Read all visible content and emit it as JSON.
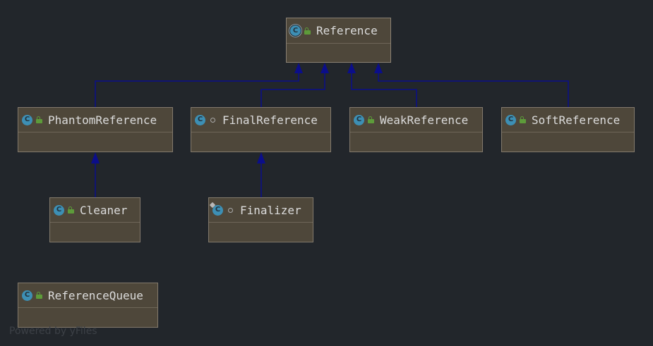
{
  "classes": [
    {
      "id": "reference",
      "name": "Reference",
      "icon": "class-icon",
      "modifier": "public-lock-icon"
    },
    {
      "id": "phantom",
      "name": "PhantomReference",
      "icon": "class-icon",
      "modifier": "public-lock-icon"
    },
    {
      "id": "final",
      "name": "FinalReference",
      "icon": "class-icon",
      "modifier": "package-private-icon"
    },
    {
      "id": "weak",
      "name": "WeakReference",
      "icon": "class-icon",
      "modifier": "public-lock-icon"
    },
    {
      "id": "soft",
      "name": "SoftReference",
      "icon": "class-icon",
      "modifier": "public-lock-icon"
    },
    {
      "id": "cleaner",
      "name": "Cleaner",
      "icon": "class-icon",
      "modifier": "public-lock-icon"
    },
    {
      "id": "finalizer",
      "name": "Finalizer",
      "icon": "pinned-class-icon",
      "modifier": "package-private-icon"
    },
    {
      "id": "queue",
      "name": "ReferenceQueue",
      "icon": "class-icon",
      "modifier": "public-lock-icon"
    }
  ],
  "inheritance": [
    {
      "child": "PhantomReference",
      "parent": "Reference"
    },
    {
      "child": "FinalReference",
      "parent": "Reference"
    },
    {
      "child": "WeakReference",
      "parent": "Reference"
    },
    {
      "child": "SoftReference",
      "parent": "Reference"
    },
    {
      "child": "Cleaner",
      "parent": "PhantomReference"
    },
    {
      "child": "Finalizer",
      "parent": "FinalReference"
    }
  ],
  "colors": {
    "edge": "#0b0e8a",
    "node_fill": "#4e473a",
    "class_icon": "#3d8fb4",
    "lock": "#5d9b3a"
  },
  "footer": "Powered by yFiles"
}
